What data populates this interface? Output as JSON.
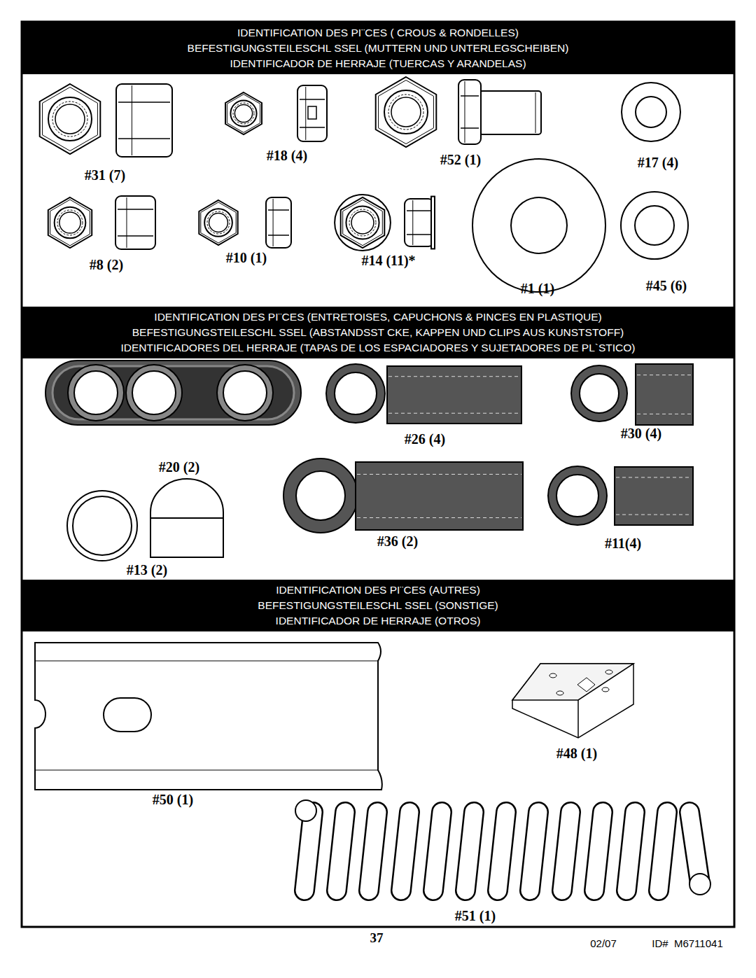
{
  "diagram": {
    "nodes": [
      {
        "text": [
          "IDENTIFICATION DES PI¨CES ( CROUS & RONDELLES)",
          "BEFESTIGUNGSTEILESCHL SSEL (MUTTERN UND UNTERLEGSCHEIBEN)",
          "IDENTIFICADOR DE HERRAJE (TUERCAS Y ARANDELAS)"
        ]
      },
      {
        "text": [
          "IDENTIFICATION DES PI¨CES (ENTRETOISES, CAPUCHONS & PINCES EN PLASTIQUE)",
          "BEFESTIGUNGSTEILESCHL SSEL (ABSTANDSST CKE, KAPPEN UND CLIPS AUS KUNSTSTOFF)",
          "IDENTIFICADORES DEL HERRAJE (TAPAS DE LOS ESPACIADORES Y SUJETADORES DE PL`STICO)"
        ]
      },
      {
        "text": [
          "IDENTIFICATION DES PI¨CES (AUTRES)",
          "BEFESTIGUNGSTEILESCHL SSEL (SONSTIGE)",
          "IDENTIFICADOR DE HERRAJE (OTROS)"
        ]
      }
    ],
    "labels": [
      "#18 (4)",
      "#52 (1)",
      "#17 (4)",
      "#31 (7)",
      "#8 (2)",
      "#10 (1)",
      "#14 (11)*",
      "#1 (1)",
      "#45 (6)",
      "#26 (4)",
      "#30 (4)",
      "#20 (2)",
      "#36 (2)",
      "#11(4)",
      "#13 (2)",
      "#48 (1)",
      "#50 (1)",
      "#51 (1)",
      "37",
      "02/07",
      "ID#  M6711041"
    ]
  }
}
